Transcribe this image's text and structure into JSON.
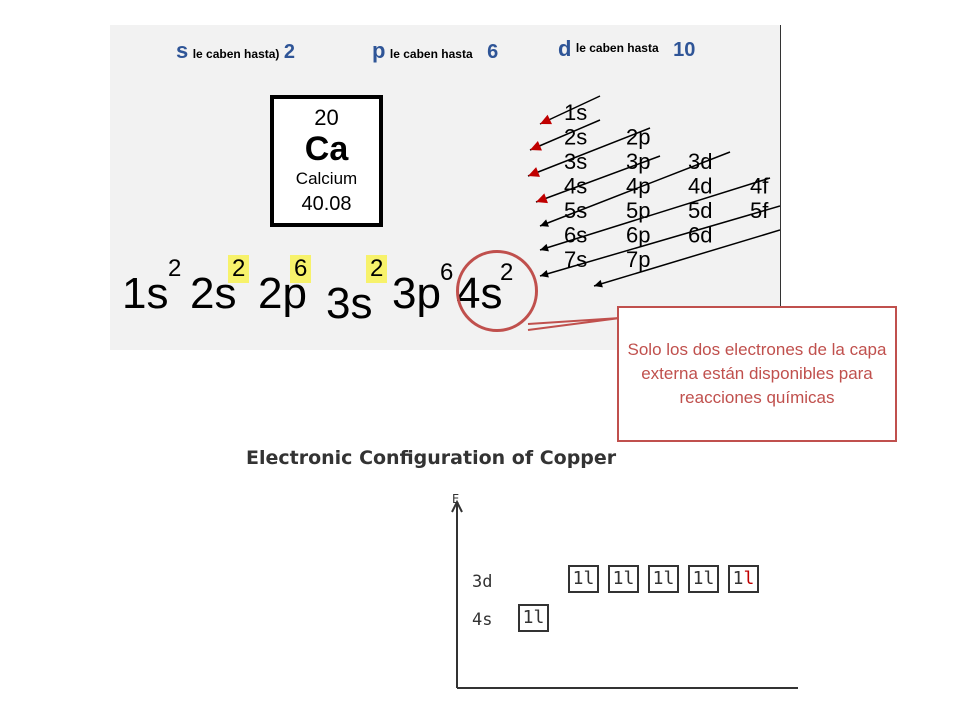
{
  "capacity": [
    {
      "orbital": "s",
      "text": "le caben hasta",
      "max": "2"
    },
    {
      "orbital": "p",
      "text": "le caben hasta",
      "max": "6"
    },
    {
      "orbital": "d",
      "text": "le caben hasta",
      "max": "10"
    }
  ],
  "element": {
    "number": "20",
    "symbol": "Ca",
    "name": "Calcium",
    "mass": "40.08"
  },
  "aufbau": {
    "rows": [
      [
        "1s"
      ],
      [
        "2s",
        "2p"
      ],
      [
        "3s",
        "3p",
        "3d"
      ],
      [
        "4s",
        "4p",
        "4d",
        "4f"
      ],
      [
        "5s",
        "5p",
        "5d",
        "5f"
      ],
      [
        "6s",
        "6p",
        "6d"
      ],
      [
        "7s",
        "7p"
      ]
    ],
    "arrow_color": "#000000",
    "highlight_arrow_color": "#c00000"
  },
  "configuration": [
    {
      "term": "1s",
      "exp": "2",
      "highlight": false
    },
    {
      "term": "2s",
      "exp": "2",
      "highlight": true
    },
    {
      "term": "2p",
      "exp": "6",
      "highlight": true
    },
    {
      "term": "3s",
      "exp": "2",
      "highlight": true
    },
    {
      "term": "3p",
      "exp": "6",
      "highlight": false
    },
    {
      "term": "4s",
      "exp": "2",
      "highlight": false
    }
  ],
  "callout": {
    "text": "Solo los dos electrones de la capa externa están disponibles para reacciones químicas"
  },
  "copper": {
    "title": "Electronic Configuration of Copper",
    "axis_label": "E",
    "level_3d": "3d",
    "level_4s": "4s",
    "box_3d": [
      "1l",
      "1l",
      "1l",
      "1l",
      "1"
    ],
    "box_4s": [
      "1l"
    ],
    "last_box_red": "l"
  },
  "colors": {
    "accent": "#2f5597",
    "callout": "#c0504d",
    "highlight": "#f7f26b"
  }
}
